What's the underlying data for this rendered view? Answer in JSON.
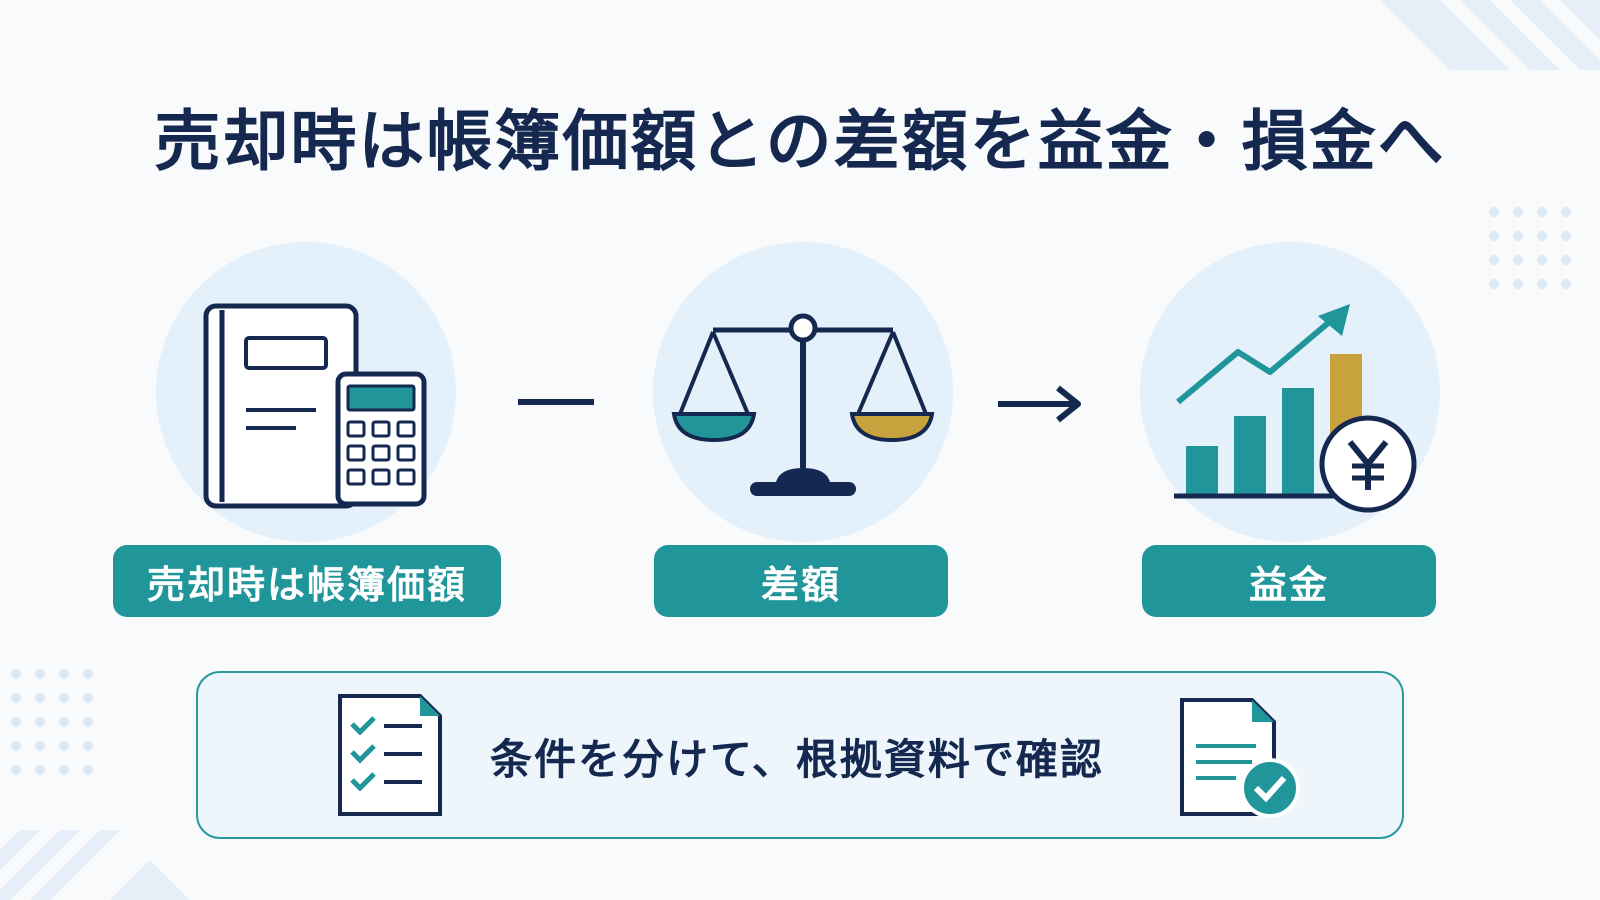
{
  "title": "売却時は帳簿価額との差額を益金・損金へ",
  "steps": [
    {
      "label": "売却時は帳簿価額",
      "icon": "ledger-calculator-icon"
    },
    {
      "label": "差額",
      "icon": "balance-scale-icon"
    },
    {
      "label": "益金",
      "icon": "growth-chart-yen-icon"
    }
  ],
  "connectors": [
    "minus-icon",
    "arrow-right-icon"
  ],
  "note": {
    "text": "条件を分けて、根拠資料で確認",
    "left_icon": "checklist-icon",
    "right_icon": "document-check-icon"
  },
  "colors": {
    "navy": "#142850",
    "teal": "#20969b",
    "gold": "#c8a23c",
    "circle": "#e4f0fa",
    "background": "#f8fafc"
  }
}
